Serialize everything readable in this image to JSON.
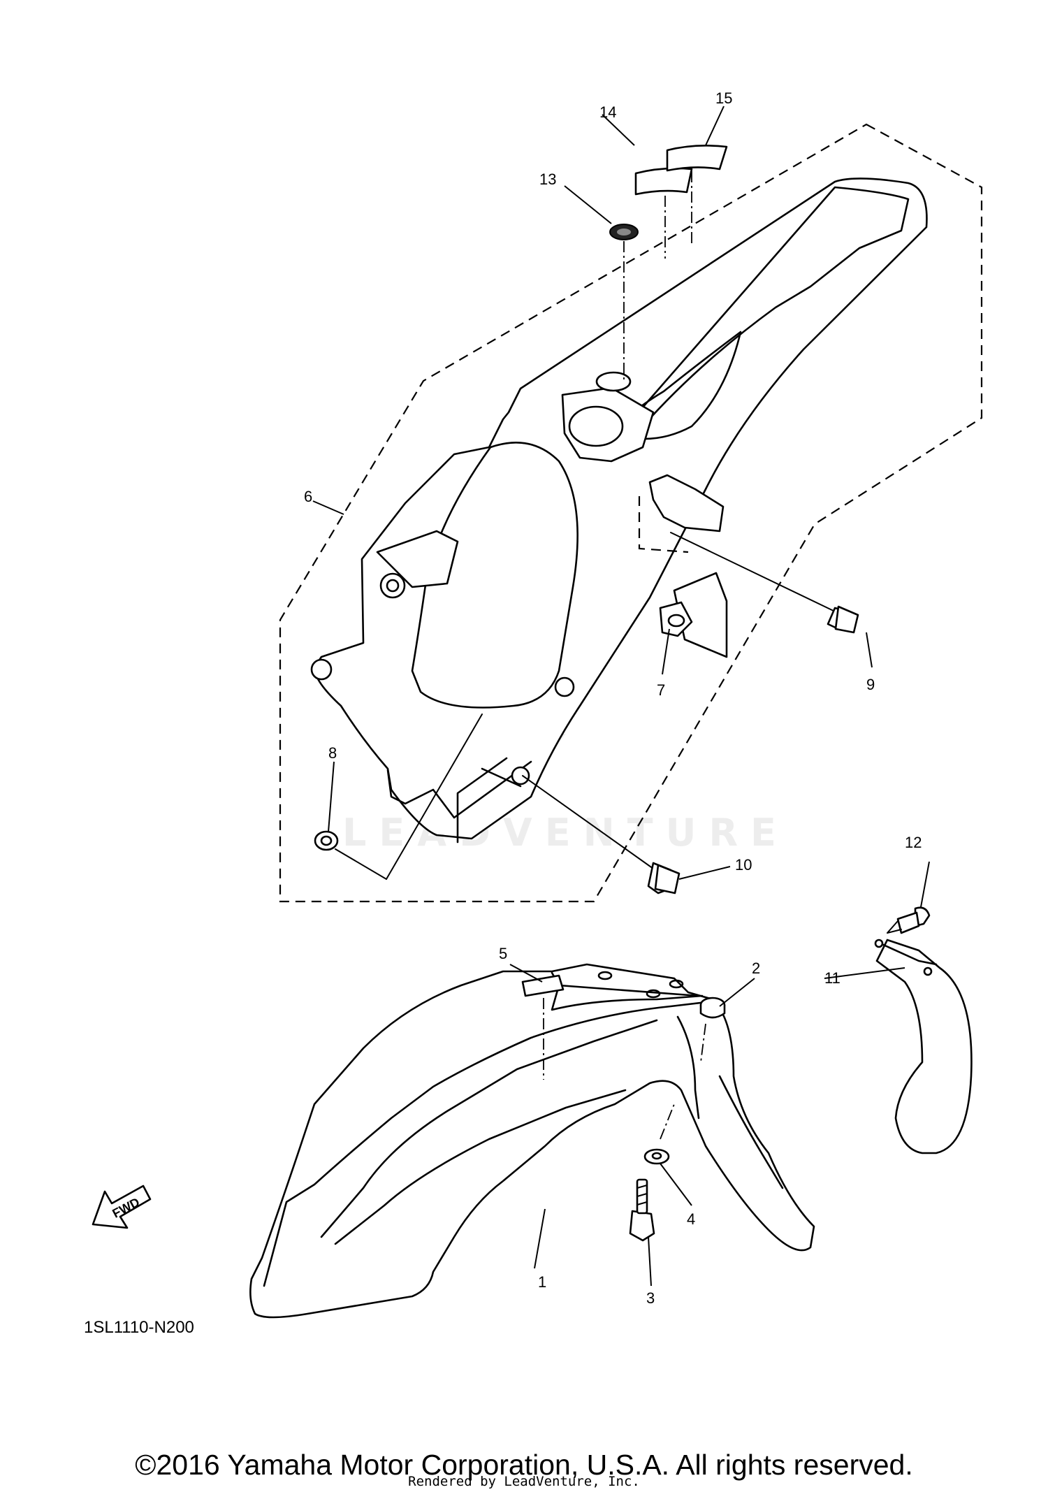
{
  "diagram": {
    "code": "1SL1110-N200",
    "fwd_arrow_label": "FWD",
    "watermark": "LEADVENTURE",
    "callouts": [
      {
        "id": "1",
        "label": "1"
      },
      {
        "id": "2",
        "label": "2"
      },
      {
        "id": "3",
        "label": "3"
      },
      {
        "id": "4",
        "label": "4"
      },
      {
        "id": "5",
        "label": "5"
      },
      {
        "id": "6",
        "label": "6"
      },
      {
        "id": "7",
        "label": "7"
      },
      {
        "id": "8",
        "label": "8"
      },
      {
        "id": "9",
        "label": "9"
      },
      {
        "id": "10",
        "label": "10"
      },
      {
        "id": "11",
        "label": "11"
      },
      {
        "id": "12",
        "label": "12"
      },
      {
        "id": "13",
        "label": "13"
      },
      {
        "id": "14",
        "label": "14"
      },
      {
        "id": "15",
        "label": "15"
      }
    ]
  },
  "footer": {
    "copyright": "©2016 Yamaha Motor Corporation, U.S.A. All rights reserved.",
    "render_credit": "Rendered by LeadVenture, Inc."
  }
}
